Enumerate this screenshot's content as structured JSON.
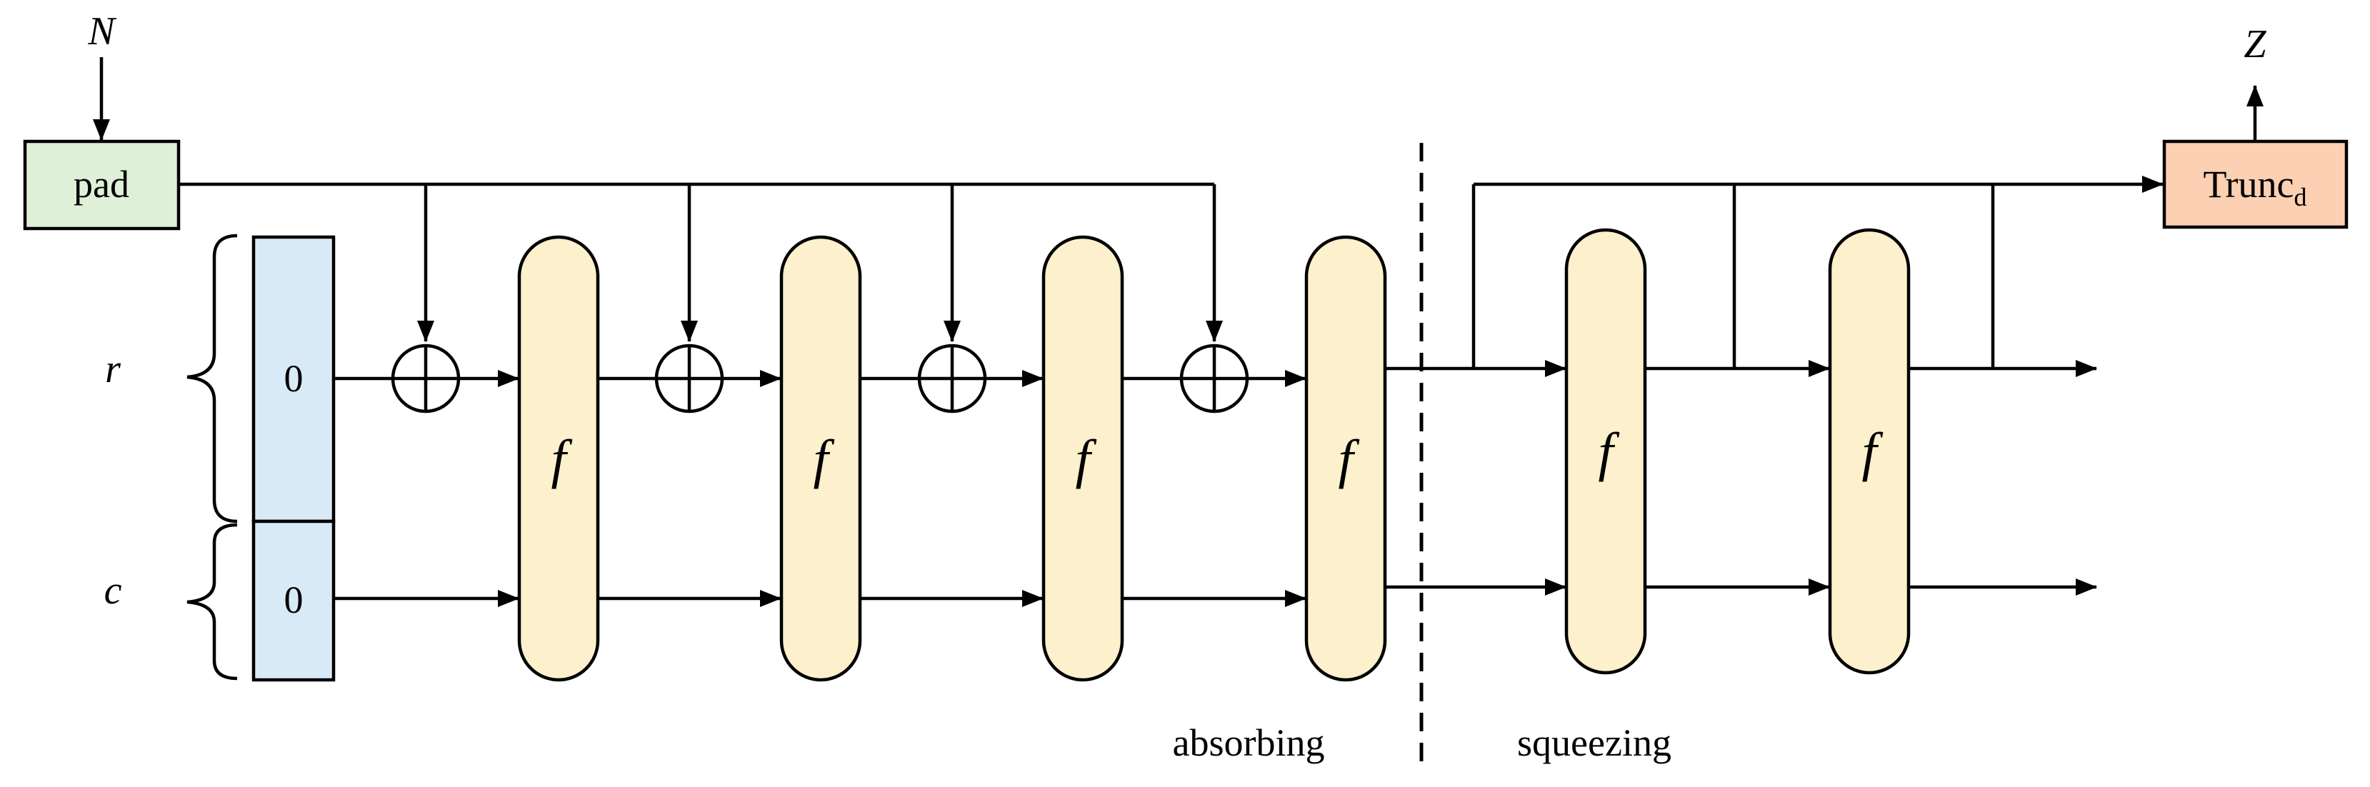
{
  "diagram": {
    "input_label": "N",
    "output_label": "Z",
    "pad_label": "pad",
    "trunc_label": "Trunc",
    "trunc_subscript": "d",
    "state_rate_label": "r",
    "state_capacity_label": "c",
    "rate_init": "0",
    "capacity_init": "0",
    "function_label": "f",
    "absorbing_label": "absorbing",
    "squeezing_label": "squeezing"
  },
  "colors": {
    "pad_fill": "#dff0d8",
    "trunc_fill": "#fbd0b3",
    "state_fill": "#d9eaf7",
    "function_fill": "#fdf0cc",
    "stroke": "#000000"
  }
}
